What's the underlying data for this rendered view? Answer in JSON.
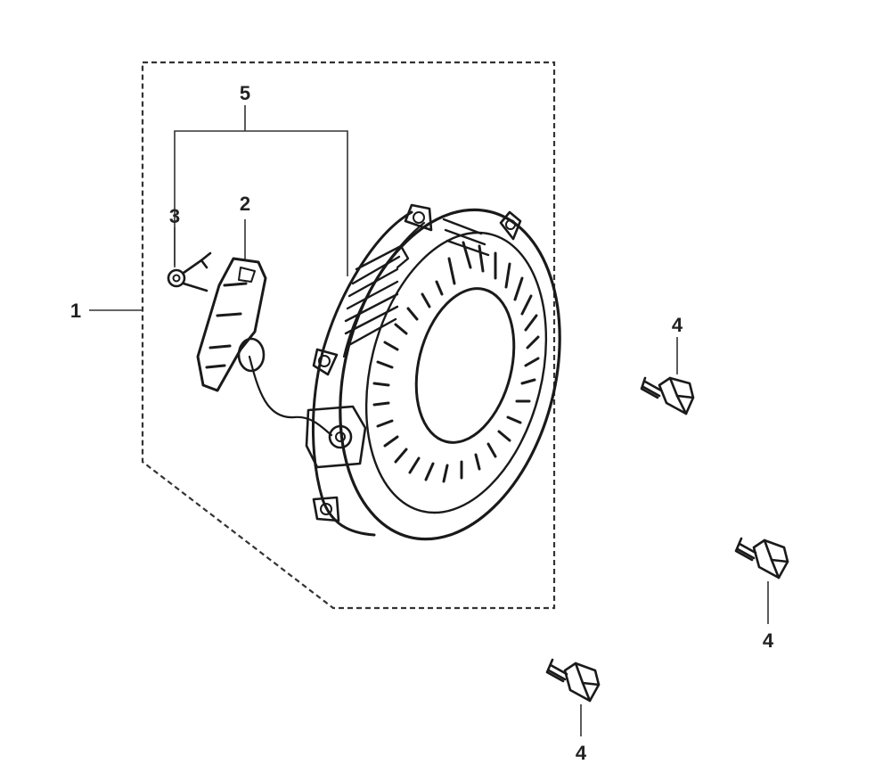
{
  "callouts": {
    "part_1": "1",
    "part_2": "2",
    "part_3": "3",
    "part_4a": "4",
    "part_4b": "4",
    "part_4c": "4",
    "part_5": "5"
  },
  "colors": {
    "ink": "#1a1a1a",
    "background": "#ffffff"
  }
}
